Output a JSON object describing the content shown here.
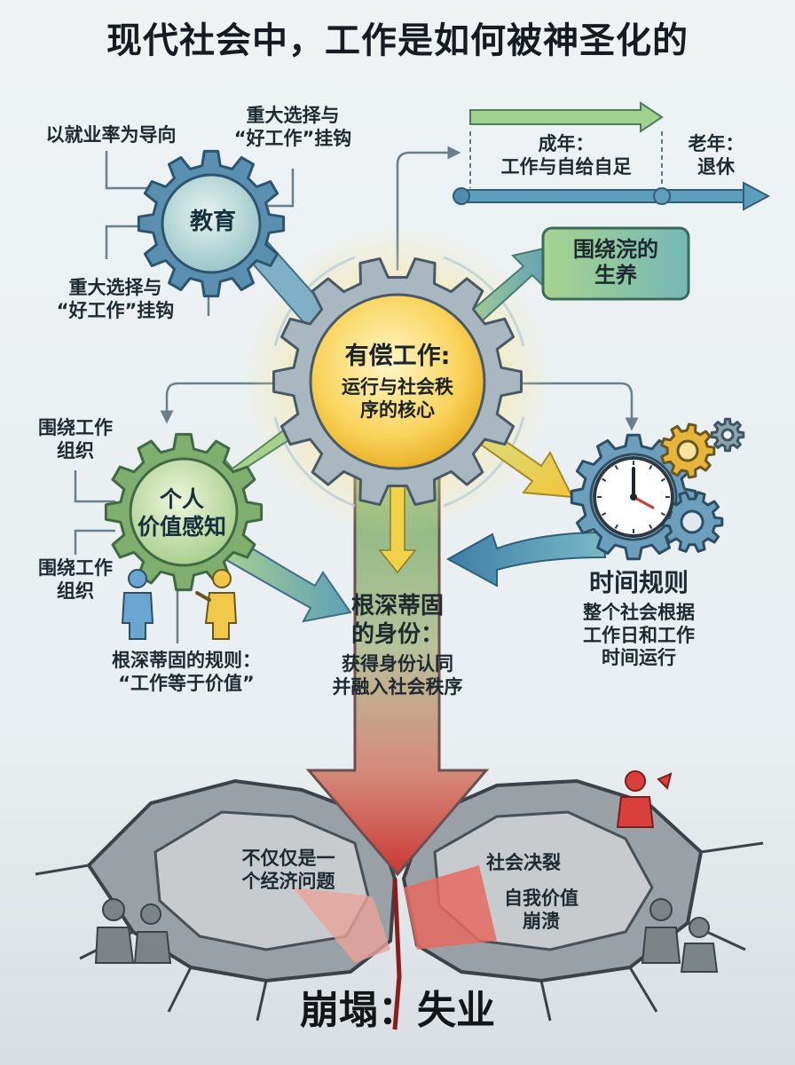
{
  "title": "现代社会中，工作是如何被神圣化的",
  "core": {
    "title": "有偿工作:",
    "subtitle": "运行与社会秩\n序的核心"
  },
  "education": {
    "label": "教育",
    "notes": [
      "以就业率为导向",
      "重大选择与\n“好工作”挂钩",
      "重大选择与\n“好工作”挂钩"
    ]
  },
  "timeline": {
    "adult": "成年：\n工作与自给自足",
    "old": "老年：\n退休"
  },
  "livelihood": {
    "label": "围绕浣的\n生养"
  },
  "self_value": {
    "label": "个人\n价值感知",
    "notes": [
      "围绕工作\n组织",
      "围绕工作\n组织"
    ],
    "rule": "根深蒂固的规则：\n“工作等于价值”"
  },
  "identity": {
    "title": "根深蒂固\n的身份：",
    "desc": "获得身份认同\n并融入社会秩序"
  },
  "time_rules": {
    "title": "时间规则",
    "desc": "整个社会根据\n工作日和工作\n时间运行"
  },
  "cracks": {
    "left": "不仅仅是一\n个经济问题",
    "right_top": "社会决裂",
    "right_bottom": "自我价值\n崩溃"
  },
  "collapse": "崩塌：失业",
  "colors": {
    "gear_blue": "#5b8fb0",
    "gear_green": "#7fae6e",
    "core_yellow": "#f6c744",
    "crack_red": "#d9403b",
    "arrow_green": "#8fc07c",
    "arrow_blue": "#4f89ad"
  }
}
